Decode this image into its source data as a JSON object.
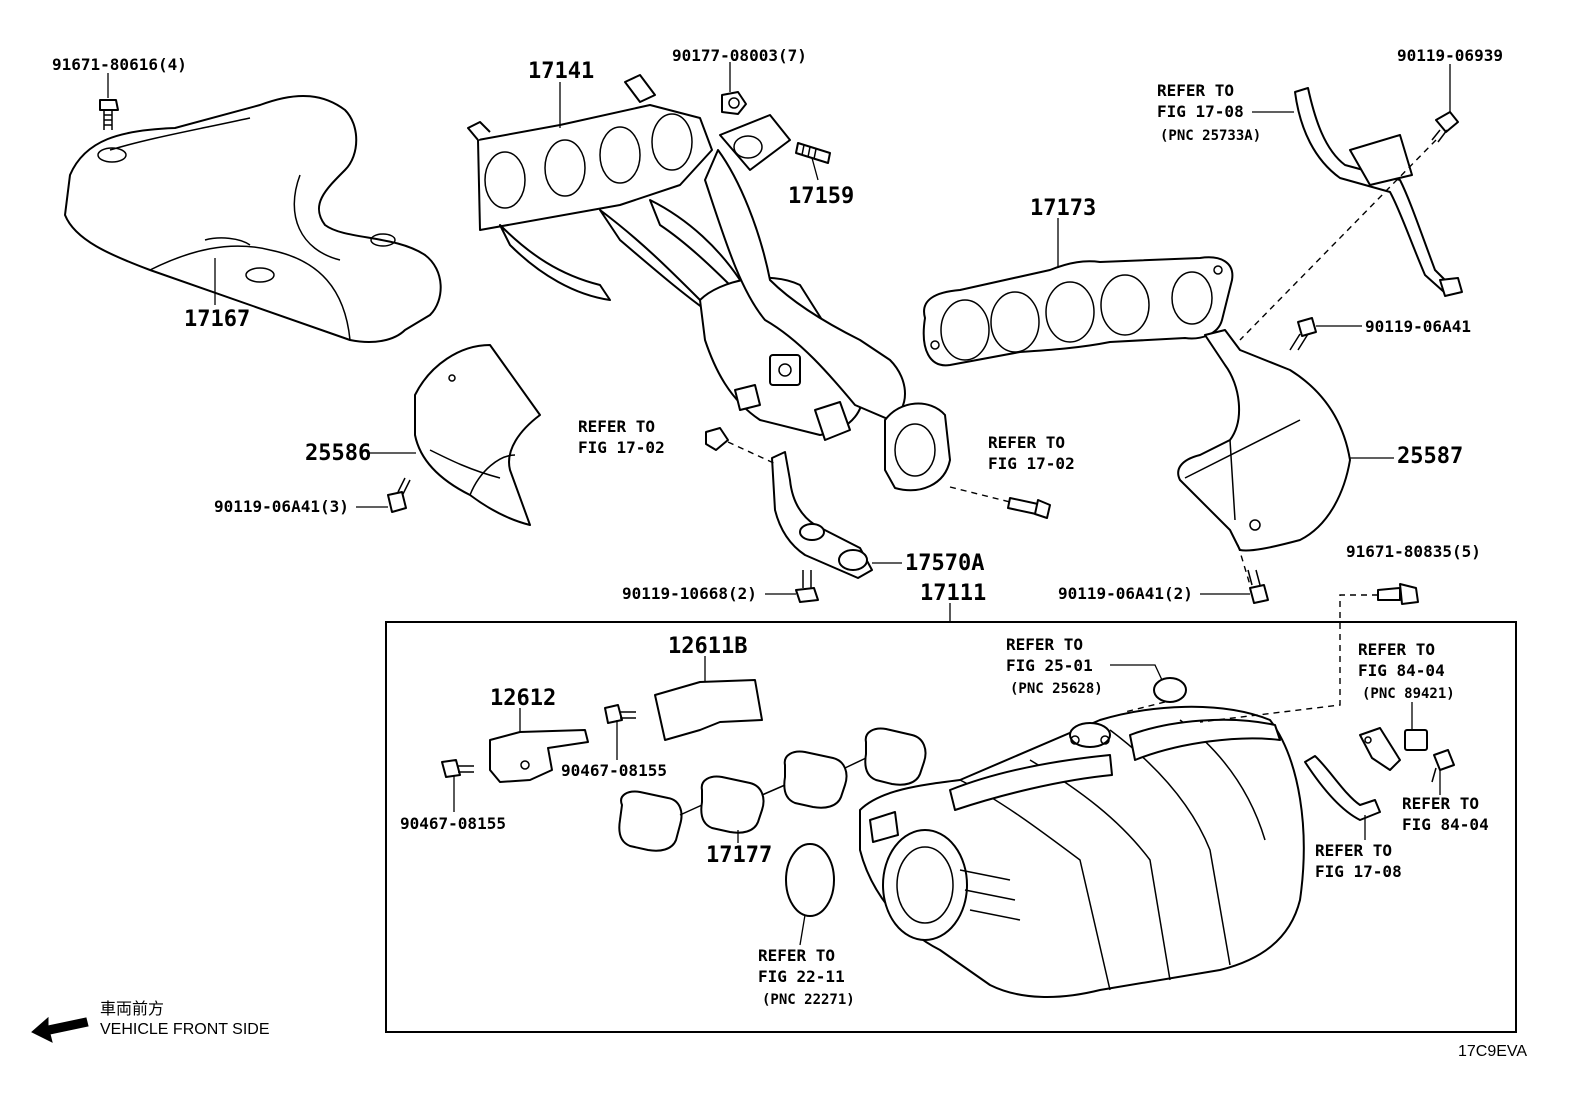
{
  "labels": {
    "p91671_80616": "91671-80616(4)",
    "p17141": "17141",
    "p90177_08003": "90177-08003(7)",
    "p90119_06939": "90119-06939",
    "refer_17_08_top_1": "REFER TO",
    "refer_17_08_top_2": "FIG 17-08",
    "refer_17_08_top_3": "(PNC 25733A)",
    "p17159": "17159",
    "p17173": "17173",
    "p17167": "17167",
    "p90119_06A41_right": "90119-06A41",
    "refer_17_02_a_1": "REFER TO",
    "refer_17_02_a_2": "FIG 17-02",
    "refer_17_02_b_1": "REFER TO",
    "refer_17_02_b_2": "FIG 17-02",
    "p25586": "25586",
    "p25587": "25587",
    "p90119_06A41_3": "90119-06A41(3)",
    "p17570A": "17570A",
    "p91671_80835": "91671-80835(5)",
    "p90119_10668": "90119-10668(2)",
    "p17111": "17111",
    "p90119_06A41_2": "90119-06A41(2)",
    "p12611B": "12611B",
    "refer_25_01_1": "REFER TO",
    "refer_25_01_2": "FIG 25-01",
    "refer_25_01_3": "(PNC 25628)",
    "refer_84_04_top_1": "REFER TO",
    "refer_84_04_top_2": "FIG 84-04",
    "refer_84_04_top_3": "(PNC 89421)",
    "p12612": "12612",
    "p90467_08155_a": "90467-08155",
    "p90467_08155_b": "90467-08155",
    "refer_84_04_bot_1": "REFER TO",
    "refer_84_04_bot_2": "FIG 84-04",
    "p17177": "17177",
    "refer_17_08_bot_1": "REFER TO",
    "refer_17_08_bot_2": "FIG 17-08",
    "refer_22_11_1": "REFER TO",
    "refer_22_11_2": "FIG 22-11",
    "refer_22_11_3": "(PNC 22271)",
    "front_jp": "車両前方",
    "front_en": "VEHICLE FRONT SIDE",
    "diagram_code": "17C9EVA"
  }
}
